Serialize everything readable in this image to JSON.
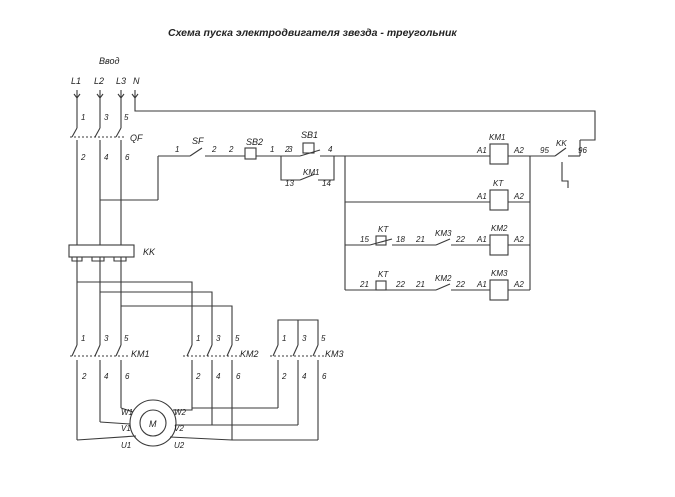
{
  "title": "Схема пуска электродвигателя звезда - треугольник",
  "input_label": "Ввод",
  "lines": [
    "L1",
    "L2",
    "L3",
    "N"
  ],
  "qf": {
    "label": "QF",
    "top": [
      "1",
      "3",
      "5"
    ],
    "bottom": [
      "2",
      "4",
      "6"
    ]
  },
  "overload": {
    "label": "KK"
  },
  "km1_power": {
    "label": "KM1",
    "top": [
      "1",
      "3",
      "5"
    ],
    "bottom": [
      "2",
      "4",
      "6"
    ]
  },
  "km2_power": {
    "label": "KM2",
    "top": [
      "1",
      "3",
      "5"
    ],
    "bottom": [
      "2",
      "4",
      "6"
    ]
  },
  "km3_power": {
    "label": "KM3",
    "top": [
      "1",
      "3",
      "5"
    ],
    "bottom": [
      "2",
      "4",
      "6"
    ]
  },
  "motor": {
    "label": "M",
    "terminals": [
      "W1",
      "V1",
      "U1",
      "W2",
      "V2",
      "U2"
    ]
  },
  "control": {
    "sf": {
      "label": "SF",
      "n1": "1",
      "n2": "2"
    },
    "sb2": {
      "label": "SB2",
      "n1": "2",
      "n2": "1"
    },
    "sb1": {
      "label": "SB1",
      "n1": "3",
      "n2": "4"
    },
    "node_left": "2",
    "km1_hold": {
      "label": "KM1",
      "n1": "13",
      "n2": "14"
    },
    "coil_km1": {
      "label": "KM1",
      "a1": "A1",
      "a2": "A2"
    },
    "kk_contact": {
      "label": "KK",
      "n1": "95",
      "n2": "96"
    },
    "coil_kt": {
      "label": "KT",
      "a1": "A1",
      "a2": "A2"
    },
    "row3": {
      "kt_label": "KT",
      "n15": "15",
      "n18": "18",
      "km3_label": "KM3",
      "n21": "21",
      "n22": "22",
      "coil": "KM2",
      "a1": "A1",
      "a2": "A2"
    },
    "row4": {
      "kt_label": "KT",
      "n21a": "21",
      "n22a": "22",
      "km2_label": "KM2",
      "n21b": "21",
      "n22b": "22",
      "coil": "KM3",
      "a1": "A1",
      "a2": "A2"
    }
  }
}
